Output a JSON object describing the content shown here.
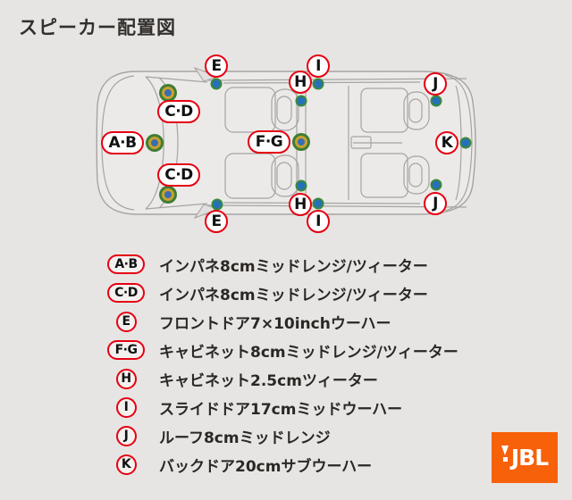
{
  "page": {
    "title": "スピーカー配置図"
  },
  "colors": {
    "background": "#e7e5e3",
    "label_red": "#e60012",
    "speaker_blue": "#2670b8",
    "ring_green": "#3a8a3a",
    "ring_gold": "#c9a130",
    "car_line": "#a6a4a1",
    "jbl_orange": "#f7610a"
  },
  "diagram": {
    "description": "ミニバン上面図（前方左向き）にスピーカー位置を表示",
    "labels": [
      {
        "id": "E-top",
        "text": "E"
      },
      {
        "id": "I-top",
        "text": "I"
      },
      {
        "id": "H-top",
        "text": "H"
      },
      {
        "id": "J-top",
        "text": "J"
      },
      {
        "id": "C-D-top",
        "text": "C·D"
      },
      {
        "id": "A-B",
        "text": "A·B"
      },
      {
        "id": "F-G",
        "text": "F·G"
      },
      {
        "id": "K",
        "text": "K"
      },
      {
        "id": "C-D-bottom",
        "text": "C·D"
      },
      {
        "id": "H-bottom",
        "text": "H"
      },
      {
        "id": "J-bottom",
        "text": "J"
      },
      {
        "id": "E-bottom",
        "text": "E"
      },
      {
        "id": "I-bottom",
        "text": "I"
      }
    ]
  },
  "legend": {
    "items": [
      {
        "badge": "A·B",
        "shape": "pill",
        "text": "インパネ8cmミッドレンジ/ツィーター"
      },
      {
        "badge": "C·D",
        "shape": "pill",
        "text": "インパネ8cmミッドレンジ/ツィーター"
      },
      {
        "badge": "E",
        "shape": "circle",
        "text": "フロントドア7×10inchウーハー"
      },
      {
        "badge": "F·G",
        "shape": "pill",
        "text": "キャビネット8cmミッドレンジ/ツィーター"
      },
      {
        "badge": "H",
        "shape": "circle",
        "text": "キャビネット2.5cmツィーター"
      },
      {
        "badge": "I",
        "shape": "circle",
        "text": "スライドドア17cmミッドウーハー"
      },
      {
        "badge": "J",
        "shape": "circle",
        "text": "ルーフ8cmミッドレンジ"
      },
      {
        "badge": "K",
        "shape": "circle",
        "text": "バックドア20cmサブウーハー"
      }
    ]
  },
  "brand": {
    "logo": "JBL"
  }
}
